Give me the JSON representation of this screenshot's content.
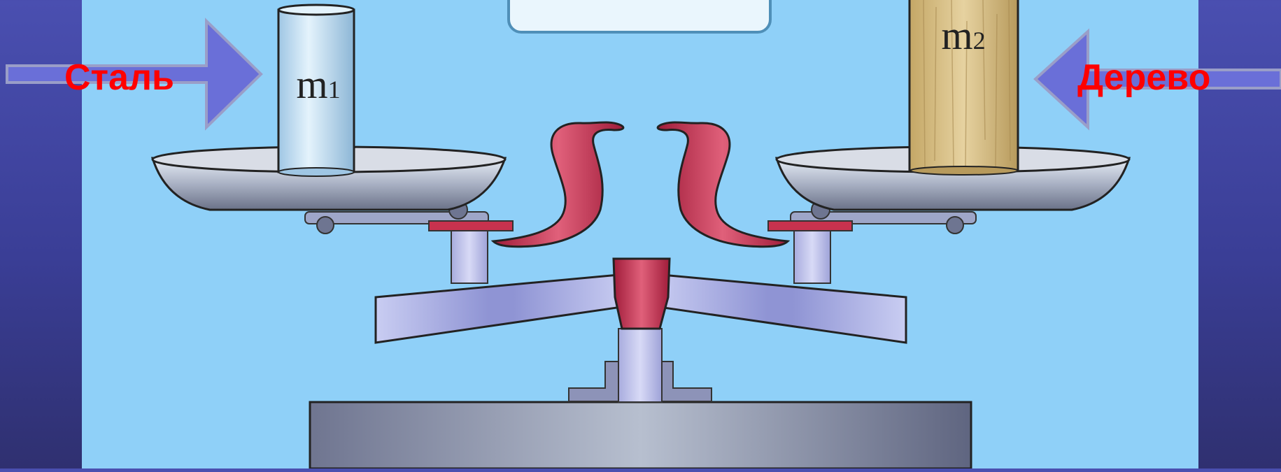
{
  "labels": {
    "left_material": "Сталь",
    "right_material": "Дерево"
  },
  "objects": {
    "left_mass": "m",
    "left_mass_sub": "1",
    "right_mass": "m",
    "right_mass_sub": "2"
  },
  "colors": {
    "label_text": "#ff0000",
    "arrow_fill": "#6a6fd8",
    "scene_background": "#8fd0f8",
    "slide_background": "#3f43a8",
    "scale_red": "#c8324e",
    "steel_cylinder": "#c6e2f4",
    "wood_cylinder": "#d8c28a"
  }
}
